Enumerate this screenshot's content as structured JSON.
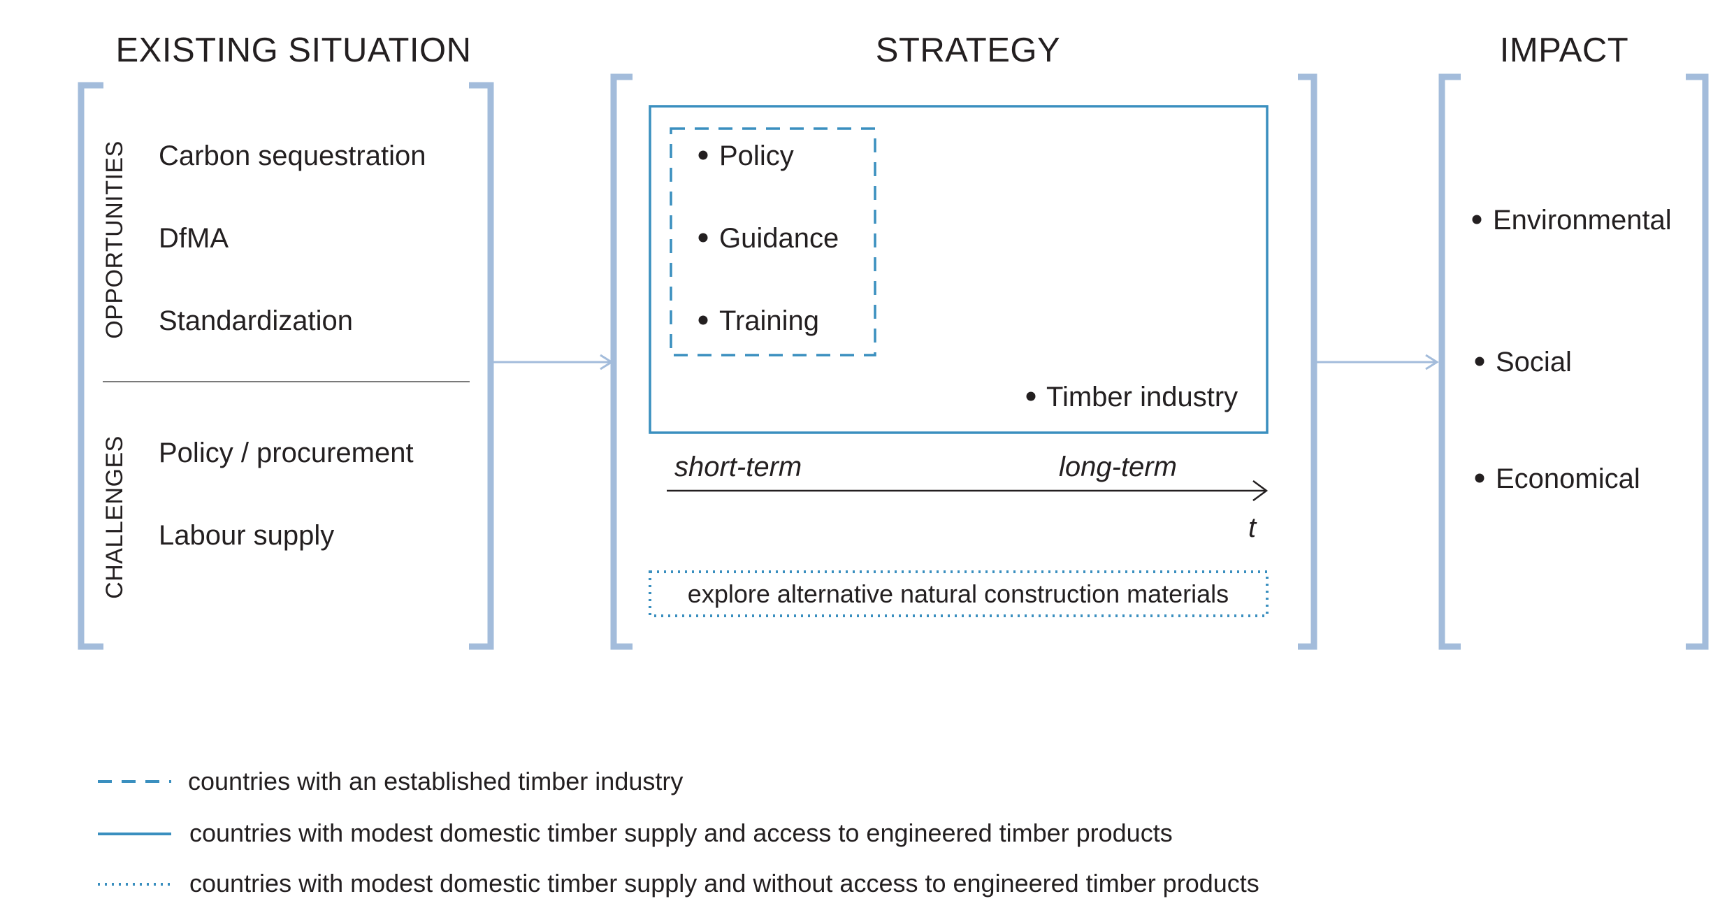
{
  "columns": {
    "existing": {
      "title": "EXISTING SITUATION",
      "opportunities_label": "OPPORTUNITIES",
      "opportunities": [
        "Carbon sequestration",
        "DfMA",
        "Standardization"
      ],
      "challenges_label": "CHALLENGES",
      "challenges": [
        "Policy / procurement",
        "Labour supply"
      ]
    },
    "strategy": {
      "title": "STRATEGY",
      "inner_items": [
        "Policy",
        "Guidance",
        "Training"
      ],
      "outer_item": "Timber industry",
      "timeline": {
        "start_label": "short-term",
        "end_label": "long-term",
        "axis_label": "t"
      },
      "explore_text": "explore alternative natural construction materials"
    },
    "impact": {
      "title": "IMPACT",
      "items": [
        "Environmental",
        "Social",
        "Economical"
      ]
    }
  },
  "legend": [
    {
      "style": "dashed",
      "text": "countries with an established timber industry"
    },
    {
      "style": "solid",
      "text": "countries with modest domestic timber supply and access to engineered timber products"
    },
    {
      "style": "dotted",
      "text": "countries with modest domestic timber supply and without access to engineered timber products"
    }
  ],
  "colors": {
    "bracket": "#a3bcdb",
    "strategy_box": "#3a8fbf",
    "text": "#231f20"
  }
}
